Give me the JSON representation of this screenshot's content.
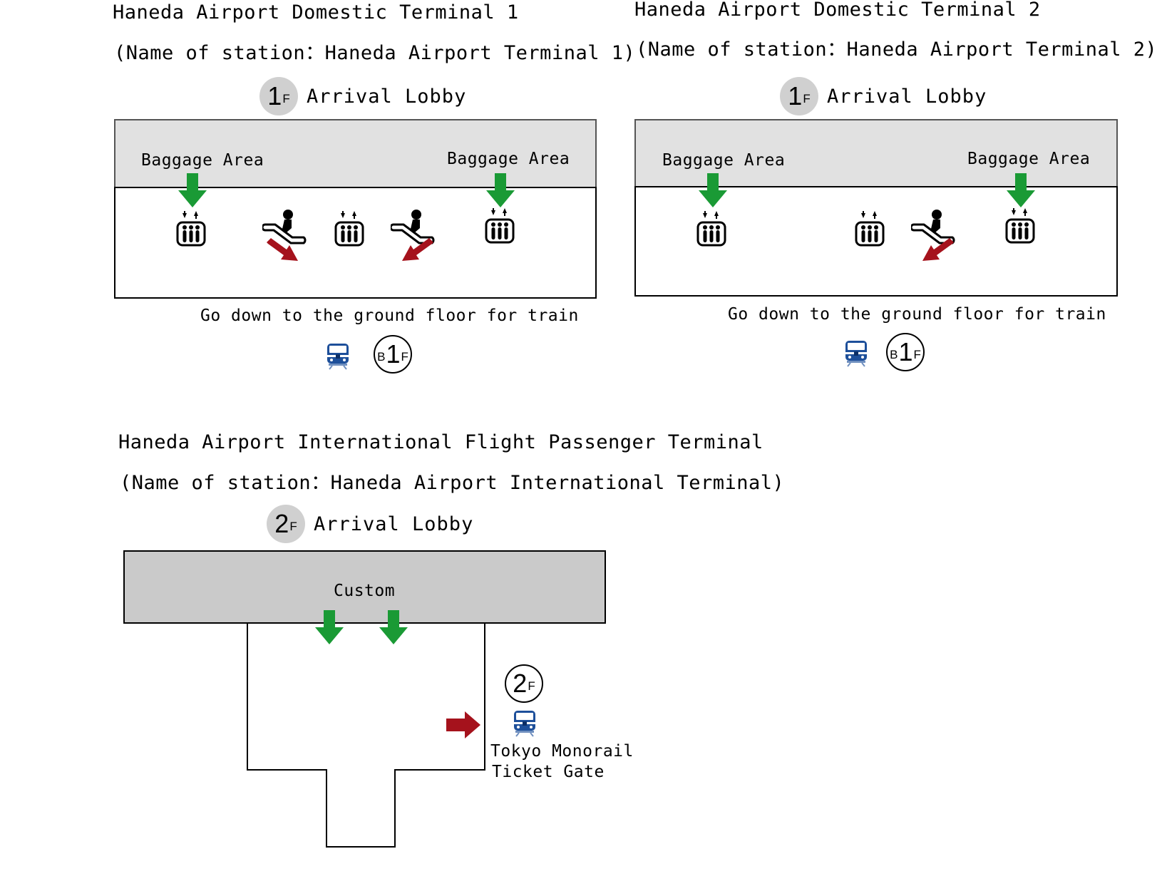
{
  "terminal1": {
    "title": "Haneda Airport Domestic Terminal 1",
    "station": "(Name of station：Haneda Airport Terminal 1)",
    "floor_badge": {
      "number": "1",
      "suffix": "F"
    },
    "lobby": "Arrival Lobby",
    "baggage_left": "Baggage Area",
    "baggage_right": "Baggage Area",
    "instruction": "Go down to the ground floor for train",
    "dest_badge": {
      "prefix": "B",
      "number": "1",
      "suffix": "F"
    }
  },
  "terminal2": {
    "title": "Haneda Airport Domestic Terminal 2",
    "station": "(Name of station：Haneda Airport Terminal 2)",
    "floor_badge": {
      "number": "1",
      "suffix": "F"
    },
    "lobby": "Arrival Lobby",
    "baggage_left": "Baggage Area",
    "baggage_right": "Baggage Area",
    "instruction": "Go down to the ground floor for train",
    "dest_badge": {
      "prefix": "B",
      "number": "1",
      "suffix": "F"
    }
  },
  "international": {
    "title": "Haneda Airport International Flight Passenger Terminal",
    "station": "(Name of station：Haneda Airport International Terminal)",
    "floor_badge": {
      "number": "2",
      "suffix": "F"
    },
    "lobby": "Arrival Lobby",
    "custom": "Custom",
    "gate_badge": {
      "number": "2",
      "suffix": "F"
    },
    "gate_line1": "Tokyo Monorail",
    "gate_line2": "Ticket Gate"
  },
  "colors": {
    "arrow_green": "#1a9a35",
    "arrow_red": "#a5121c",
    "train_blue": "#1d4f9a"
  },
  "icons": [
    "elevator-icon",
    "escalator-icon",
    "train-icon",
    "down-arrow-icon",
    "diagonal-arrow-icon",
    "right-arrow-icon"
  ]
}
